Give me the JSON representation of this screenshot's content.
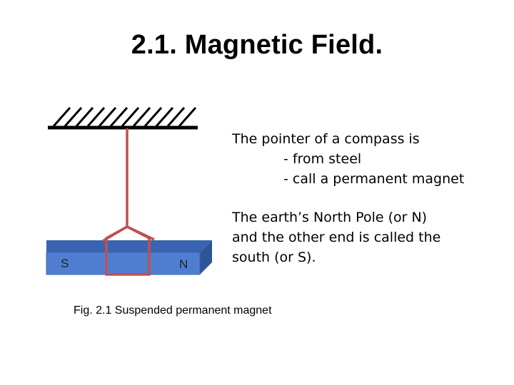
{
  "slide": {
    "title": "2.1. Magnetic Field."
  },
  "figure": {
    "magnet": {
      "south_label": "S",
      "north_label": "N",
      "magnet_color": "#4f7ed1",
      "string_color": "#c0504d"
    },
    "caption": "Fig. 2.1 Suspended permanent magnet"
  },
  "text": {
    "compass": {
      "line1": "The pointer of a compass is",
      "line2": "- from steel",
      "line3": "- call a permanent magnet"
    },
    "earth": {
      "line1": "The earth’s North Pole (or N)",
      "line2": "and the other end is called the",
      "line3": "south (or S)."
    }
  }
}
